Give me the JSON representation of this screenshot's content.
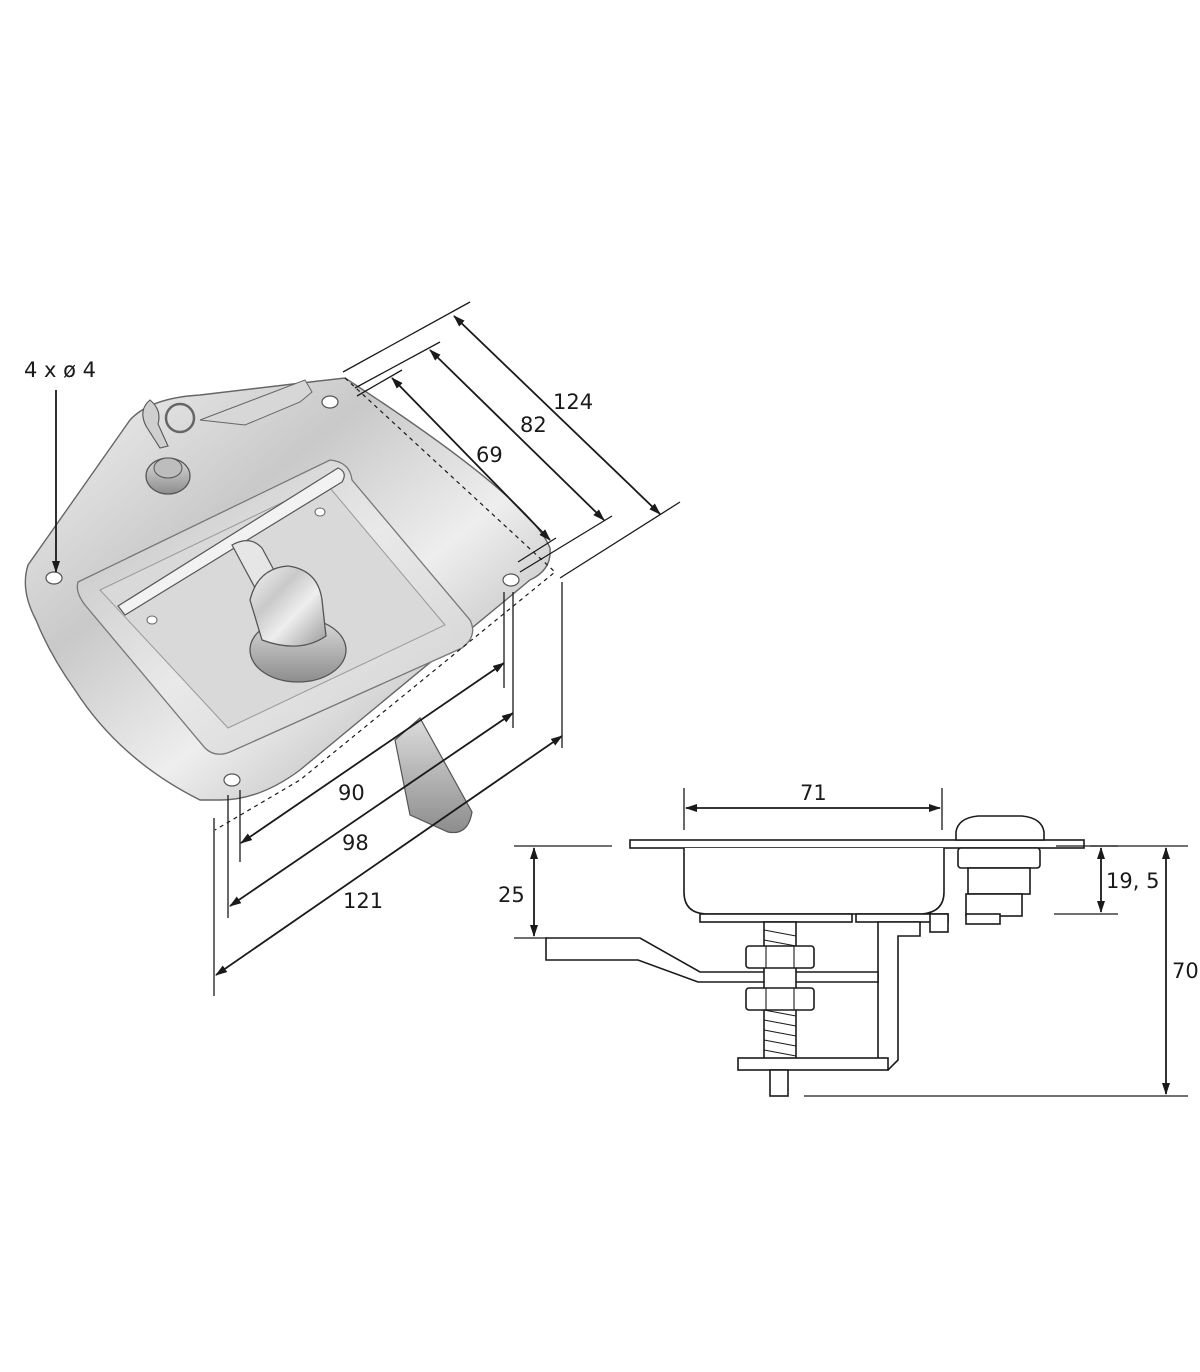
{
  "callout": {
    "holes": "4 x ø 4"
  },
  "iso_dimensions": {
    "d124": "124",
    "d82": "82",
    "d69": "69",
    "d90": "90",
    "d98": "98",
    "d121": "121"
  },
  "side_dimensions": {
    "d71": "71",
    "d25": "25",
    "d19_5": "19, 5",
    "d70": "70"
  }
}
